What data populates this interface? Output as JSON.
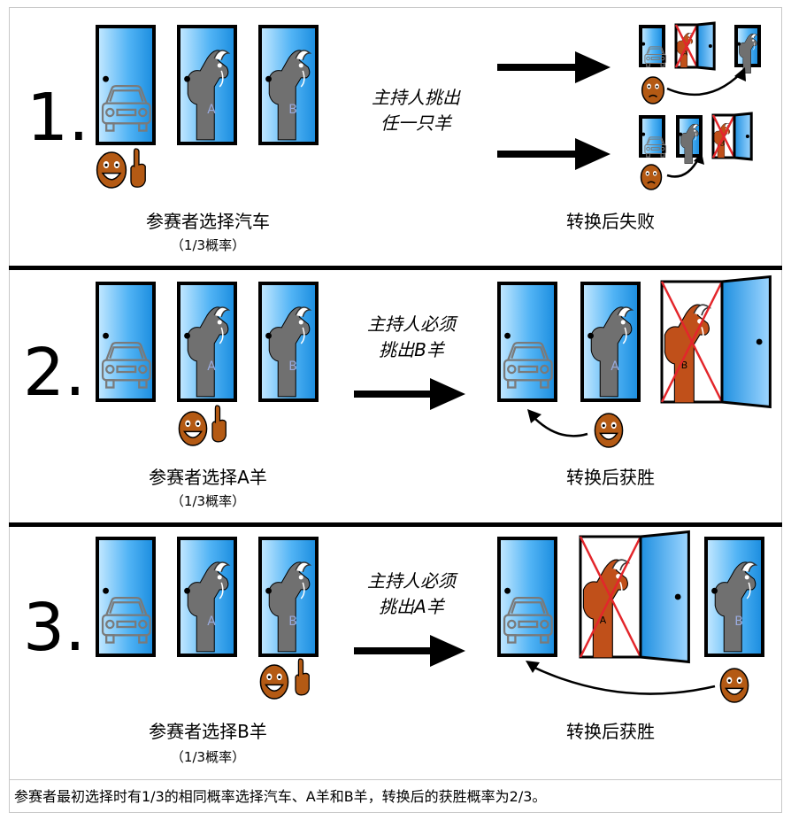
{
  "rows": [
    {
      "number": "1.",
      "choice_label": "参赛者选择汽车",
      "probability": "（1/3概率）",
      "host_action": [
        "主持人挑出",
        "任一只羊"
      ],
      "result": "转换后失败",
      "door_letters": [
        "A",
        "B"
      ]
    },
    {
      "number": "2.",
      "choice_label": "参赛者选择A羊",
      "probability": "（1/3概率）",
      "host_action": [
        "主持人必须",
        "挑出B羊"
      ],
      "result": "转换后获胜",
      "door_letters": [
        "A",
        "B"
      ]
    },
    {
      "number": "3.",
      "choice_label": "参赛者选择B羊",
      "probability": "（1/3概率）",
      "host_action": [
        "主持人必须",
        "挑出A羊"
      ],
      "result": "转换后获胜",
      "door_letters": [
        "A",
        "B"
      ]
    }
  ],
  "caption": "参赛者最初选择时有1/3的相同概率选择汽车、A羊和B羊，转换后的获胜概率为2/3。",
  "colors": {
    "door": "#3aa6ee",
    "door_light": "#bfe6ff",
    "goat": "#707070",
    "goat_revealed": "#c0501a",
    "face": "#b45a14",
    "cross": "#e3262b"
  }
}
